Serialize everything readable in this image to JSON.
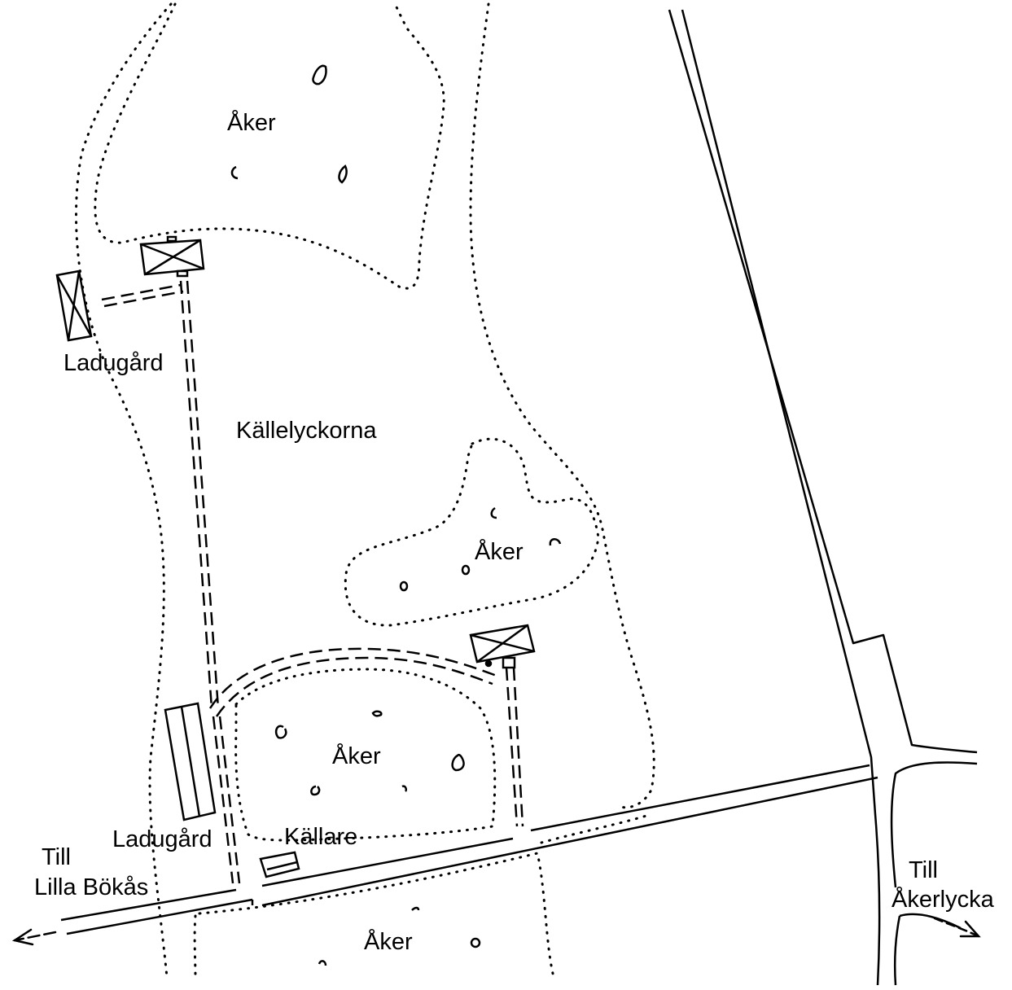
{
  "map": {
    "labels": {
      "aker_north": "Åker",
      "aker_mid": "Åker",
      "aker_center": "Åker",
      "aker_south": "Åker",
      "ladugard_north": "Ladugård",
      "kallelyckorna": "Källelyckorna",
      "ladugard_south": "Ladugård",
      "kallare": "Källare",
      "till_west_1": "Till",
      "till_west_2": "Lilla Bökås",
      "till_east_1": "Till",
      "till_east_2": "Åkerlycka"
    },
    "colors": {
      "ink": "#000000",
      "background": "#ffffff"
    }
  }
}
